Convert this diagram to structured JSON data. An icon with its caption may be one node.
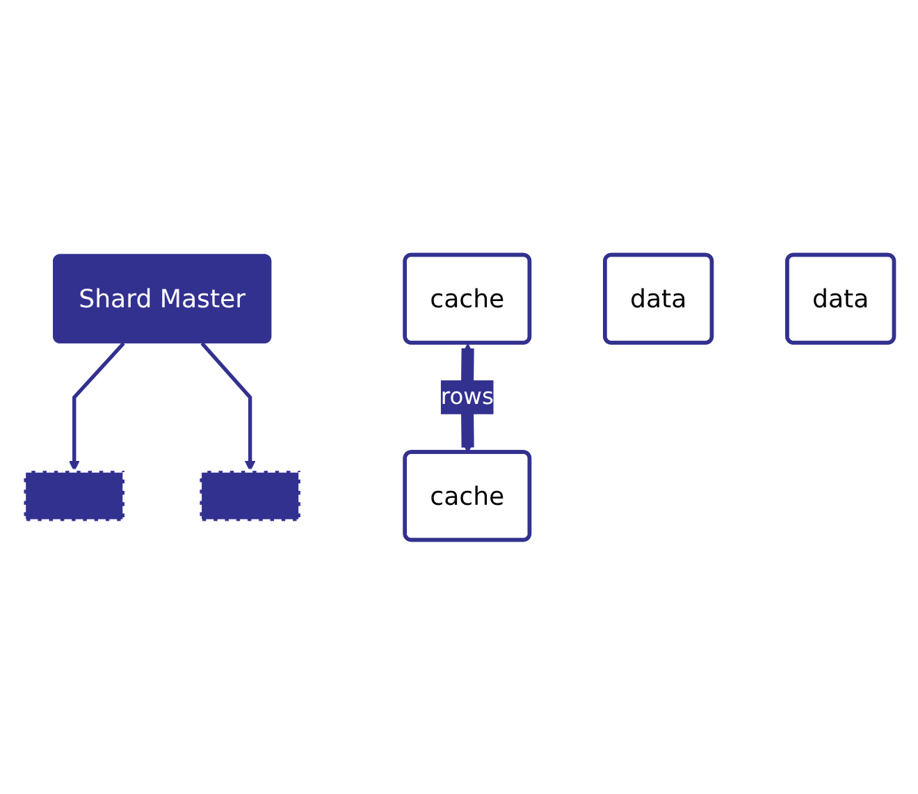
{
  "diagram": {
    "nodes": [
      {
        "text": [
          "Shard Master"
        ]
      },
      {
        "text": [],
        "shape": "bar"
      },
      {
        "text": [],
        "shape": "bar"
      },
      {
        "text": [
          "cache"
        ]
      },
      {
        "text": [
          "data"
        ]
      },
      {
        "text": [
          "cache"
        ]
      },
      {
        "text": [
          "data"
        ]
      }
    ],
    "edges": [
      {
        "from": 0,
        "to": 1,
        "arrow": "to"
      },
      {
        "from": 0,
        "to": 2,
        "arrow": "to"
      },
      {
        "from": 3,
        "to": 5,
        "label": "rows",
        "arrow": "both",
        "style": "thick"
      }
    ]
  }
}
